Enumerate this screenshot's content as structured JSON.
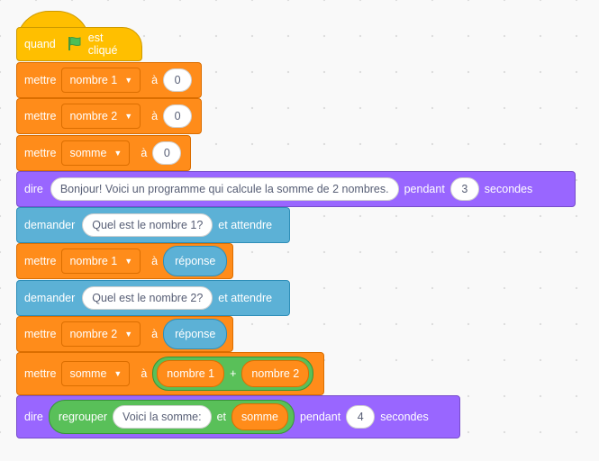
{
  "hat": {
    "label_start": "quand",
    "icon": "green-flag-icon",
    "label_end": "est cliqué"
  },
  "blocks": [
    {
      "kind": "set",
      "label": "mettre",
      "var": "nombre 1",
      "to": "à",
      "value": "0"
    },
    {
      "kind": "set",
      "label": "mettre",
      "var": "nombre 2",
      "to": "à",
      "value": "0"
    },
    {
      "kind": "set",
      "label": "mettre",
      "var": "somme",
      "to": "à",
      "value": "0"
    },
    {
      "kind": "say",
      "label": "dire",
      "message": "Bonjour! Voici un programme qui calcule la somme de 2 nombres.",
      "during": "pendant",
      "secs": "3",
      "unit": "secondes"
    },
    {
      "kind": "ask",
      "label": "demander",
      "question": "Quel est le nombre 1?",
      "wait": "et attendre"
    },
    {
      "kind": "set-answer",
      "label": "mettre",
      "var": "nombre 1",
      "to": "à",
      "answer": "réponse"
    },
    {
      "kind": "ask",
      "label": "demander",
      "question": "Quel est le nombre 2?",
      "wait": "et attendre"
    },
    {
      "kind": "set-answer",
      "label": "mettre",
      "var": "nombre 2",
      "to": "à",
      "answer": "réponse"
    },
    {
      "kind": "set-sum",
      "label": "mettre",
      "var": "somme",
      "to": "à",
      "a": "nombre 1",
      "op": "+",
      "b": "nombre 2"
    },
    {
      "kind": "say-join",
      "label": "dire",
      "join": "regrouper",
      "text": "Voici la somme:",
      "and": "et",
      "var": "somme",
      "during": "pendant",
      "secs": "4",
      "unit": "secondes"
    }
  ],
  "colors": {
    "events": "#ffbf00",
    "variables": "#ff8c1a",
    "looks": "#9966ff",
    "sensing": "#5cb1d6",
    "operators": "#59c059"
  }
}
